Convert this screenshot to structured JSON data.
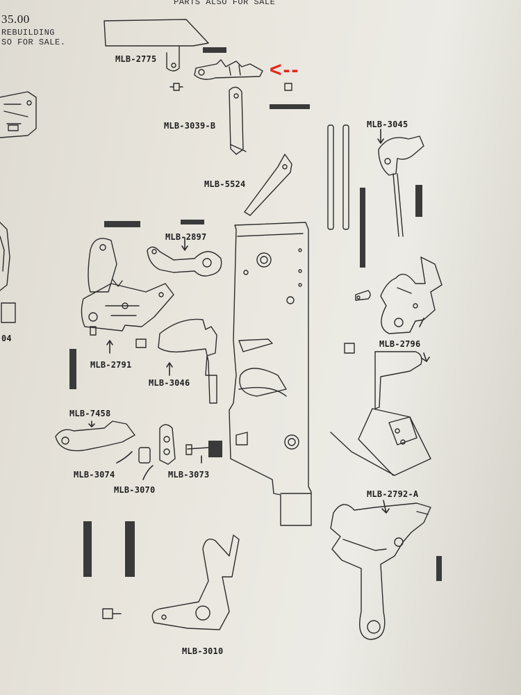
{
  "header": {
    "top_text": "PARTS ALSO FOR SALE",
    "price": "35.00",
    "rebuild_line1": "REBUILDING",
    "rebuild_line2": "SO FOR SALE.",
    "edge_number": "04"
  },
  "annotation": {
    "arrow_text": "<--",
    "color": "#e4261c"
  },
  "parts": [
    {
      "id": "mlb-2775",
      "label": "MLB-2775"
    },
    {
      "id": "mlb-3039b",
      "label": "MLB-3039-B"
    },
    {
      "id": "mlb-5524",
      "label": "MLB-5524"
    },
    {
      "id": "mlb-3045",
      "label": "MLB-3045"
    },
    {
      "id": "mlb-2897",
      "label": "MLB-2897"
    },
    {
      "id": "mlb-2791",
      "label": "MLB-2791"
    },
    {
      "id": "mlb-3046",
      "label": "MLB-3046"
    },
    {
      "id": "mlb-2796",
      "label": "MLB-2796"
    },
    {
      "id": "mlb-7458",
      "label": "MLB-7458"
    },
    {
      "id": "mlb-3074",
      "label": "MLB-3074"
    },
    {
      "id": "mlb-3070",
      "label": "MLB-3070"
    },
    {
      "id": "mlb-3073",
      "label": "MLB-3073"
    },
    {
      "id": "mlb-2792a",
      "label": "MLB-2792-A"
    },
    {
      "id": "mlb-3010",
      "label": "MLB-3010"
    }
  ]
}
